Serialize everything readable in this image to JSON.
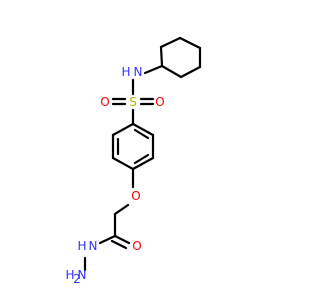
{
  "molecule": {
    "atoms": {
      "n_amine": "N",
      "h_amine": "H",
      "s_sulfonyl": "S",
      "o_sulfonyl_left": "O",
      "o_sulfonyl_right": "O",
      "o_ether": "O",
      "o_carbonyl": "O",
      "n_hydrazide": "N",
      "h_hydrazide": "H",
      "n_terminal": "N",
      "h2_terminal": "H",
      "sub2": "2"
    },
    "colors": {
      "nitrogen": "#3333ff",
      "oxygen": "#ff0000",
      "sulfur": "#b2b200",
      "bond": "#000000"
    }
  }
}
